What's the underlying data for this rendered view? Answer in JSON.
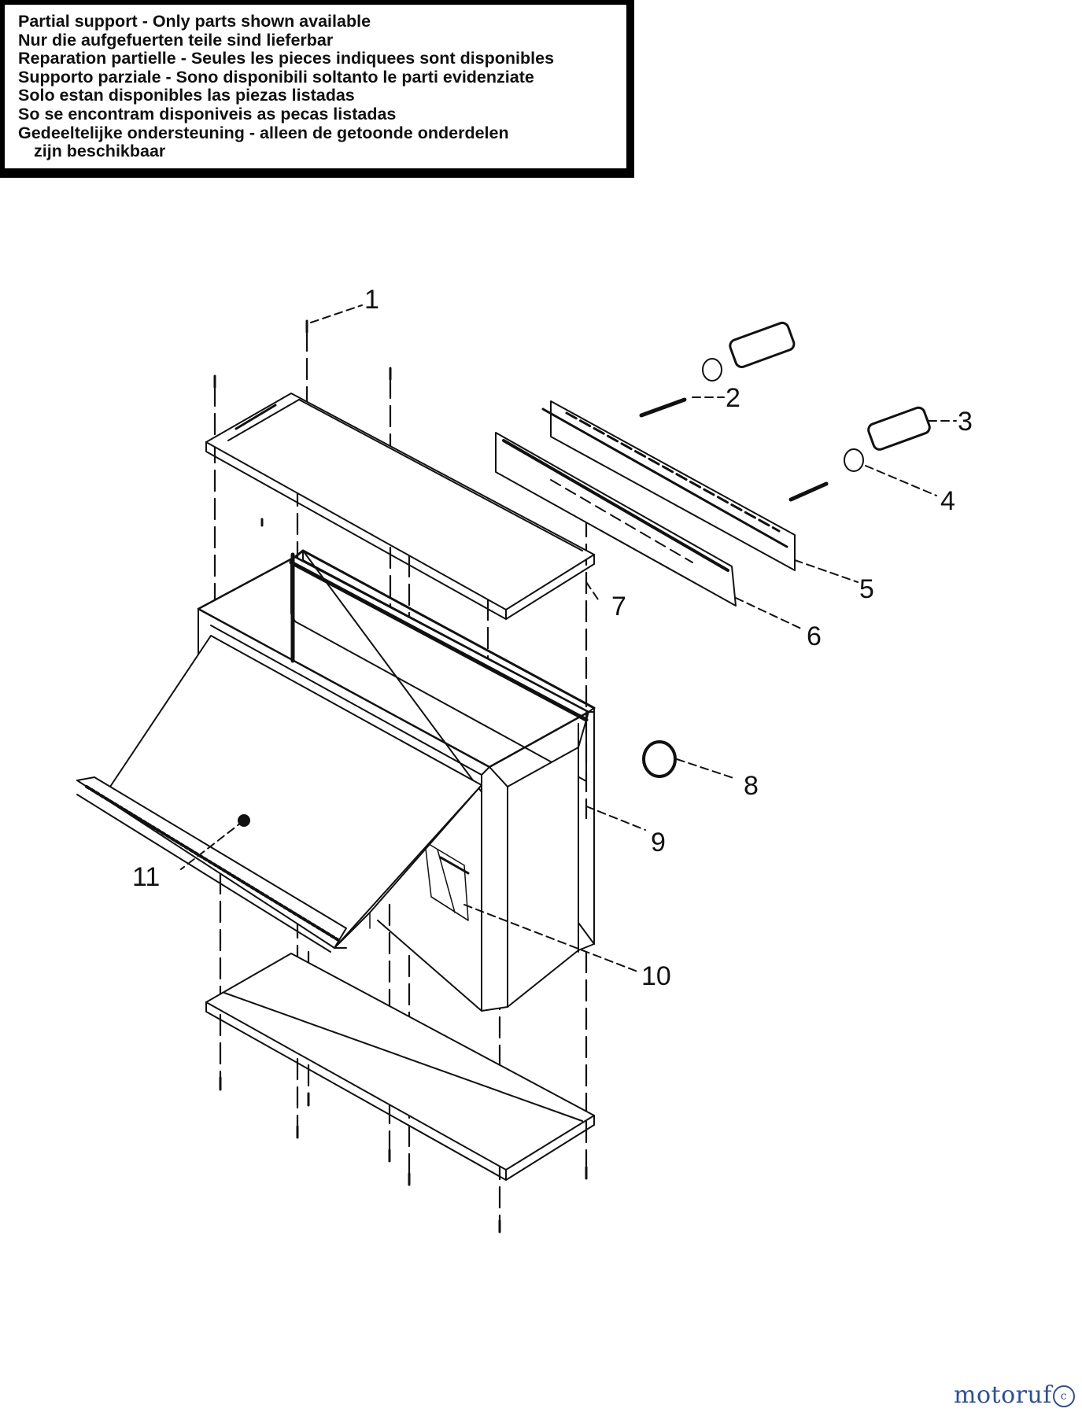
{
  "notice": {
    "lines": [
      "Partial support - Only parts shown available",
      "Nur die aufgefuerten teile sind lieferbar",
      "Reparation partielle - Seules les pieces indiquees sont disponibles",
      "Supporto parziale - Sono disponibili soltanto le parti evidenziate",
      "Solo estan disponibles las piezas listadas",
      "So se encontram disponiveis as pecas listadas",
      "Gedeeltelijke ondersteuning - alleen de getoonde onderdelen",
      "zijn beschikbaar"
    ]
  },
  "callouts": {
    "c1": "1",
    "c2": "2",
    "c3": "3",
    "c4": "4",
    "c5": "5",
    "c6": "6",
    "c7": "7",
    "c8": "8",
    "c9": "9",
    "c10": "10",
    "c11": "11"
  },
  "watermark": {
    "text": "motoruf",
    "badge": "c"
  }
}
